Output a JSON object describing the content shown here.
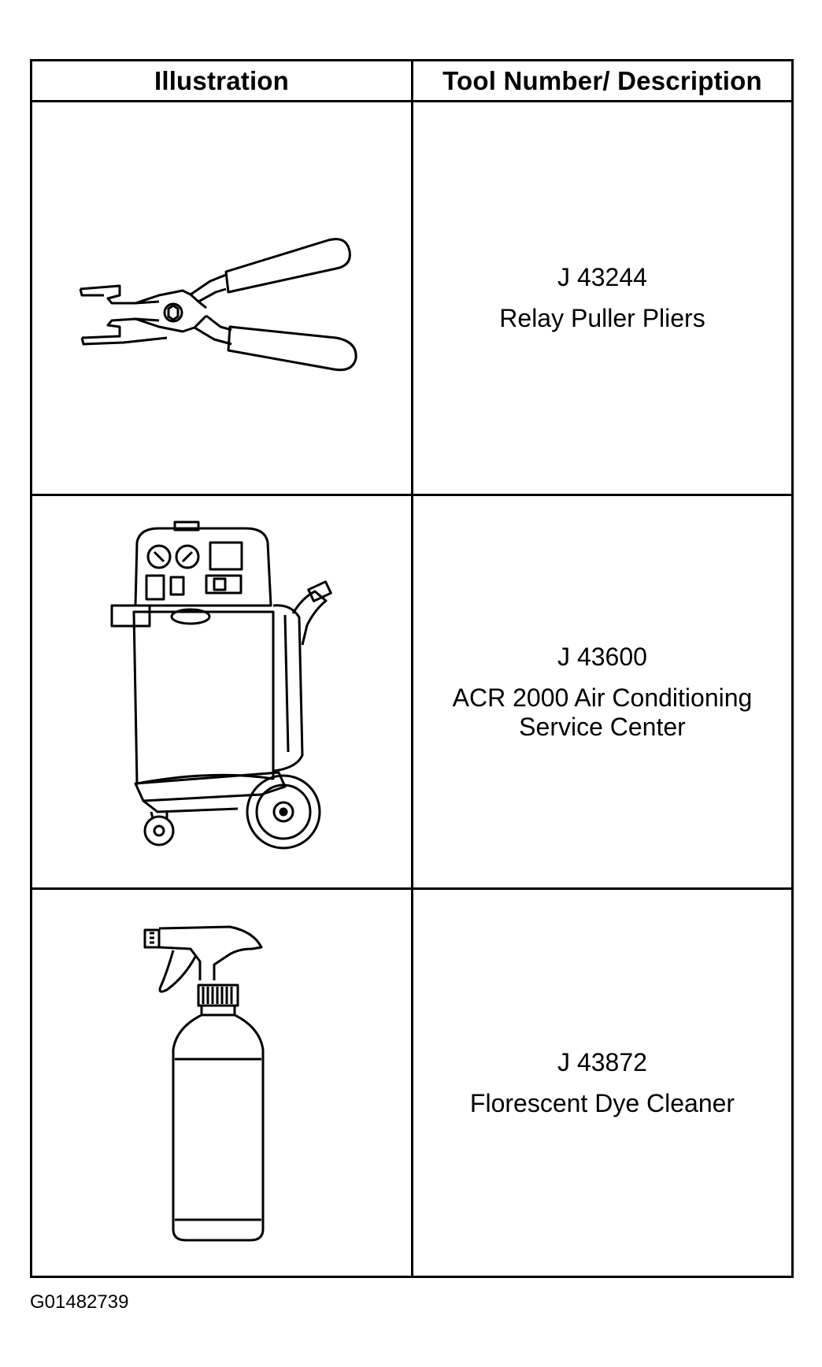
{
  "table": {
    "headers": {
      "illustration": "Illustration",
      "description": "Tool Number/ Description"
    },
    "rows": [
      {
        "tool_number": "J 43244",
        "description": "Relay Puller Pliers",
        "illustration_icon": "relay-puller-pliers-icon"
      },
      {
        "tool_number": "J 43600",
        "description": "ACR 2000 Air Conditioning\nService Center",
        "illustration_icon": "ac-service-center-icon"
      },
      {
        "tool_number": "J 43872",
        "description": "Florescent Dye Cleaner",
        "illustration_icon": "spray-bottle-icon"
      }
    ]
  },
  "figure_id": "G01482739"
}
